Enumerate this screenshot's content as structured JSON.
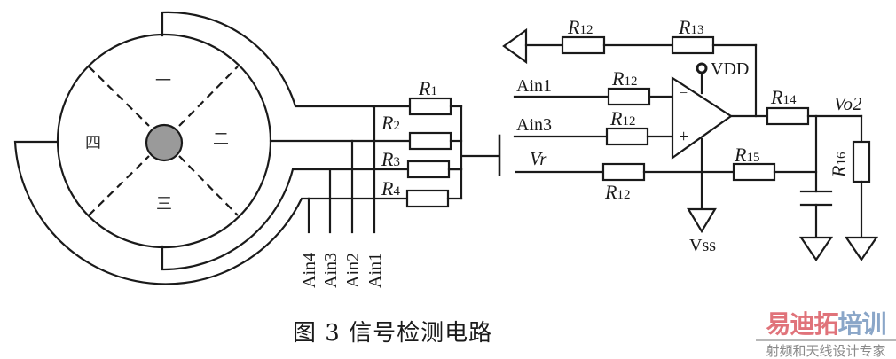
{
  "diagram": {
    "type": "circuit-schematic",
    "title": "Signal detection circuit"
  },
  "sensor": {
    "sectors": [
      "一",
      "二",
      "三",
      "四"
    ]
  },
  "bridge_resistors": [
    {
      "name": "R",
      "sub": "1"
    },
    {
      "name": "R",
      "sub": "2"
    },
    {
      "name": "R",
      "sub": "3"
    },
    {
      "name": "R",
      "sub": "4"
    }
  ],
  "analog_inputs": [
    "Ain4",
    "Ain3",
    "Ain2",
    "Ain1"
  ],
  "amplifier": {
    "feedback_resistors": [
      {
        "name": "R",
        "sub": "12"
      },
      {
        "name": "R",
        "sub": "13"
      }
    ],
    "inputs": [
      {
        "signal": "Ain1",
        "resistor": {
          "name": "R",
          "sub": "12"
        },
        "pin": "−"
      },
      {
        "signal": "Ain3",
        "resistor": {
          "name": "R",
          "sub": "12"
        },
        "pin": "+"
      }
    ],
    "reference": {
      "signal": "Vr",
      "resistor": {
        "name": "R",
        "sub": "12"
      }
    },
    "supply_pos": "VDD",
    "supply_neg": "Vss"
  },
  "output_stage": {
    "r14": {
      "name": "R",
      "sub": "14"
    },
    "r15": {
      "name": "R",
      "sub": "15"
    },
    "r16": {
      "name": "R",
      "sub": "16"
    },
    "output_label": "Vo2"
  },
  "caption": "图 3  信号检测电路",
  "watermark": {
    "brand_red": "易迪拓",
    "brand_blue": "培训",
    "tagline": "射频和天线设计专家",
    "colors": {
      "red": "#e0737a",
      "blue": "#8aa6c8",
      "gray": "#8a8a8a"
    }
  }
}
